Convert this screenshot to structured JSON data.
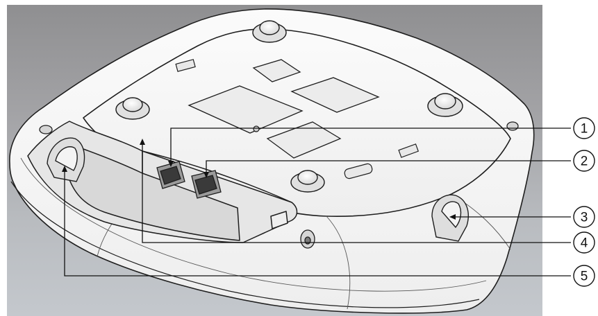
{
  "diagram": {
    "subject": "access-point-underside",
    "colors": {
      "backdrop_top": "#9e9ea0",
      "backdrop_bottom": "#bcc0c4",
      "device_body": "#f6f6f6",
      "device_outline": "#1e1e1e",
      "leader_line": "#111111"
    },
    "callouts": [
      {
        "id": "callout-1",
        "label": "1"
      },
      {
        "id": "callout-2",
        "label": "2"
      },
      {
        "id": "callout-3",
        "label": "3"
      },
      {
        "id": "callout-4",
        "label": "4"
      },
      {
        "id": "callout-5",
        "label": "5"
      }
    ]
  }
}
